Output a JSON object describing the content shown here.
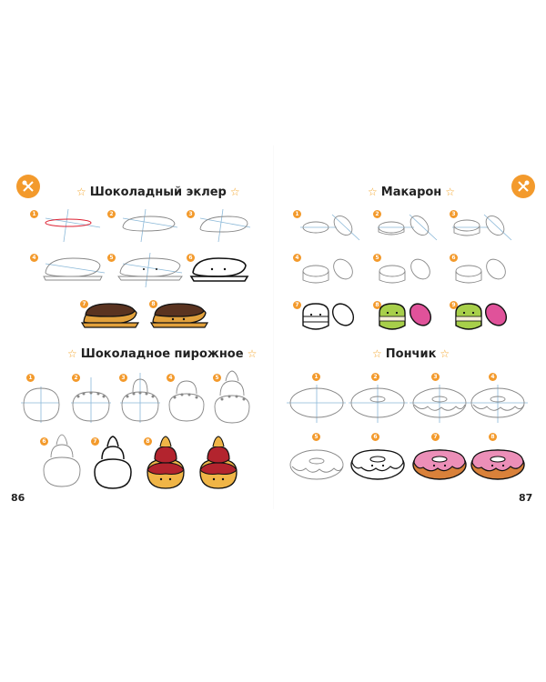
{
  "left_page": {
    "eclair": {
      "title": "Шоколадный эклер",
      "steps": [
        "1",
        "2",
        "3",
        "4",
        "5",
        "6",
        "7",
        "8"
      ]
    },
    "pastry": {
      "title": "Шоколадное пирожное",
      "steps": [
        "1",
        "2",
        "3",
        "4",
        "5",
        "6",
        "7",
        "8"
      ]
    },
    "page_number": "86"
  },
  "right_page": {
    "macaron": {
      "title": "Макарон",
      "steps": [
        "1",
        "2",
        "3",
        "4",
        "5",
        "6",
        "7",
        "8",
        "9"
      ]
    },
    "donut": {
      "title": "Пончик",
      "steps": [
        "1",
        "2",
        "3",
        "4",
        "5",
        "6",
        "7",
        "8"
      ]
    },
    "page_number": "87"
  },
  "colors": {
    "accent": "#f39a2c",
    "chocolate": "#5a3320",
    "eclair_body": "#e2a13c",
    "macaron_green": "#a7cf4a",
    "macaron_pink": "#e0529a",
    "donut_pink": "#ec8fb8",
    "donut_dough": "#d9813a",
    "pastry_red": "#b3242e",
    "pastry_gold": "#f0b547"
  },
  "icons": {
    "corner": "whisk-spoon-icon",
    "title_star": "star-icon"
  }
}
